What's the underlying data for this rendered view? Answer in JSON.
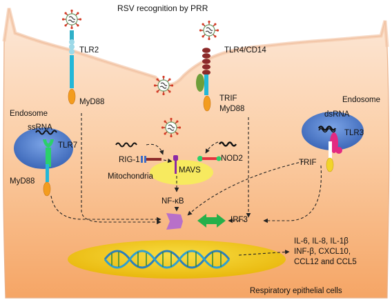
{
  "title": "RSV recognition by PRR",
  "labels": {
    "tlr2": "TLR2",
    "myd88_tlr2": "MyD88",
    "tlr4": "TLR4/CD14",
    "trif_tlr4": "TRIF",
    "myd88_tlr4": "MyD88",
    "endosome_left": "Endosome",
    "ssrna": "ssRNA",
    "tlr7": "TLR7",
    "myd88_tlr7": "MyD88",
    "endosome_right": "Endosome",
    "dsrna": "dsRNA",
    "tlr3": "TLR3",
    "trif_tlr3": "TRIF",
    "rig1": "RIG-1",
    "mavs": "MAVS",
    "mitochondria": "Mitochondria",
    "nod2": "NOD2",
    "nfkb": "NF-κB",
    "irf3": "IRF3",
    "cytokines": [
      "IL-6, IL-8, IL-1β",
      "INF-β, CXCL10,",
      "CCL12 and CCL5"
    ],
    "cell_label": "Respiratory epithelial cells"
  },
  "colors": {
    "cytoplasm_top": "#fce7d6",
    "cytoplasm_bottom": "#f6a868",
    "endosome": "#4f7fcf",
    "mitochondria": "#f7ea5f",
    "nucleus": "#f3c816",
    "tlr_cyan": "#23b7d8",
    "tlr_green": "#2bd06b",
    "tlr_maroon": "#8c2a2a",
    "myd88_orange": "#f39c1e",
    "irf3_green": "#25b04a",
    "nfkb_purple": "#b870c9",
    "nod2_red": "#e4343f"
  },
  "icons": [
    "rsv-virus-icon",
    "dna-helix-icon",
    "rna-strand-icon"
  ]
}
